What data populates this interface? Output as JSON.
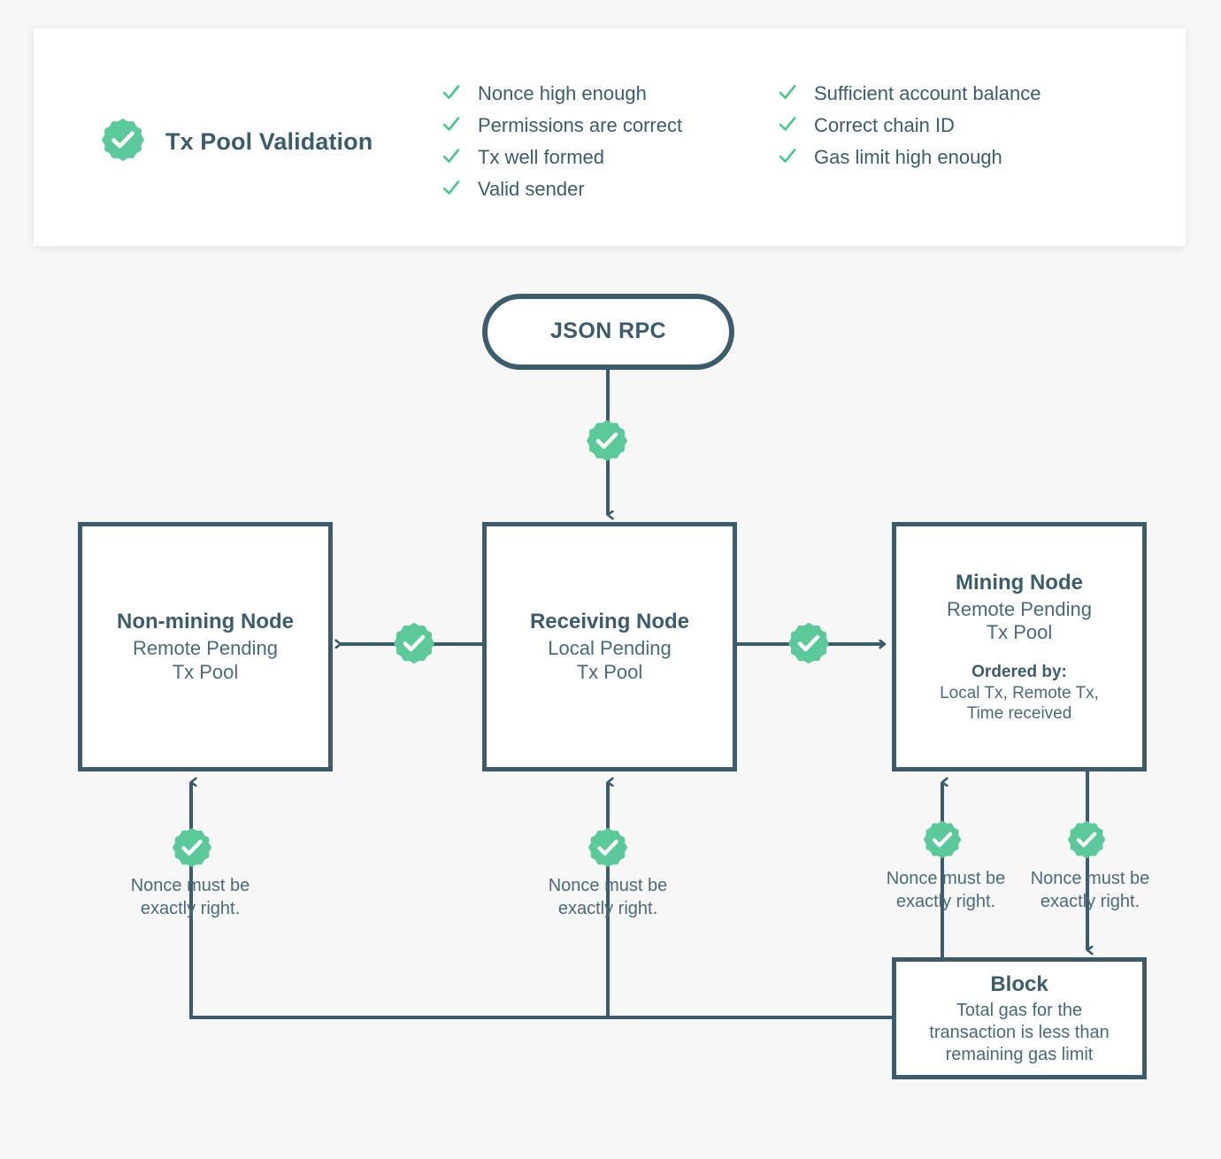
{
  "colors": {
    "background": "#f7f7f7",
    "card": "#ffffff",
    "ink": "#3d5c6b",
    "ink_soft": "#4a6a78",
    "accent_green": "#5bc99a",
    "stroke": "#3d5c6b"
  },
  "header": {
    "badge_icon": "check-seal-icon",
    "title": "Tx Pool Validation",
    "columns": [
      {
        "items": [
          {
            "icon": "check-icon",
            "label": "Nonce high enough"
          },
          {
            "icon": "check-icon",
            "label": "Permissions are correct"
          },
          {
            "icon": "check-icon",
            "label": "Tx well formed"
          },
          {
            "icon": "check-icon",
            "label": "Valid sender"
          }
        ]
      },
      {
        "items": [
          {
            "icon": "check-icon",
            "label": "Sufficient account balance"
          },
          {
            "icon": "check-icon",
            "label": "Correct chain ID"
          },
          {
            "icon": "check-icon",
            "label": "Gas limit high enough"
          }
        ]
      }
    ]
  },
  "nodes": {
    "jsonrpc": {
      "title": "JSON RPC"
    },
    "non_mining": {
      "title": "Non-mining Node",
      "subtitle": "Remote Pending\nTx Pool"
    },
    "receiving": {
      "title": "Receiving Node",
      "subtitle": "Local Pending\nTx Pool"
    },
    "mining": {
      "title": "Mining Node",
      "subtitle": "Remote Pending\nTx Pool",
      "section_label": "Ordered by:",
      "section_body": "Local Tx, Remote Tx,\nTime received"
    },
    "block": {
      "title": "Block",
      "subtitle": "Total gas for the\ntransaction is less than\nremaining gas limit"
    }
  },
  "edge_notes": {
    "non_mining_return": "Nonce must be\nexactly right.",
    "receiving_return": "Nonce must be\nexactly right.",
    "mining_return": "Nonce must be\nexactly right.",
    "mining_to_block": "Nonce must be\nexactly right."
  },
  "seals": {
    "jsonrpc_to_receiving": "check-seal-icon",
    "receiving_to_non_mining": "check-seal-icon",
    "receiving_to_mining": "check-seal-icon",
    "block_to_non_mining": "check-seal-icon",
    "block_to_receiving": "check-seal-icon",
    "block_to_mining": "check-seal-icon",
    "mining_to_block": "check-seal-icon"
  }
}
